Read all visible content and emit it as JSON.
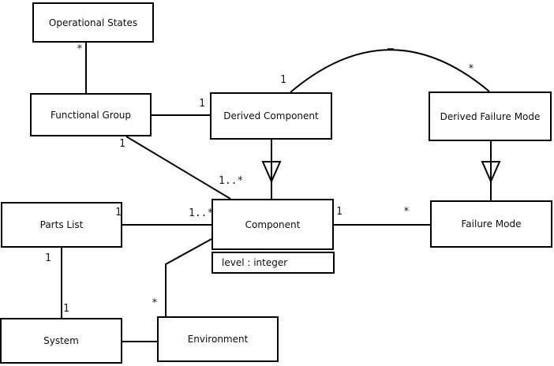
{
  "diagram": {
    "kind": "uml-class-diagram",
    "colors": {
      "background": "#ffffff",
      "line": "#000000",
      "box_fill": "#ffffff",
      "text": "#0d0d0d"
    },
    "classes": [
      {
        "id": "operational-states",
        "name": "Operational States"
      },
      {
        "id": "functional-group",
        "name": "Functional Group"
      },
      {
        "id": "derived-component",
        "name": "Derived Component"
      },
      {
        "id": "derived-failure-mode",
        "name": "Derived Failure Mode"
      },
      {
        "id": "component",
        "name": "Component",
        "attributes": [
          "level : integer"
        ]
      },
      {
        "id": "failure-mode",
        "name": "Failure Mode"
      },
      {
        "id": "parts-list",
        "name": "Parts List"
      },
      {
        "id": "system",
        "name": "System"
      },
      {
        "id": "environment",
        "name": "Environment"
      }
    ],
    "relationships": [
      {
        "from": "Operational States",
        "to": "Functional Group",
        "from_mult": "*",
        "to_mult": "",
        "type": "association"
      },
      {
        "from": "Functional Group",
        "to": "Derived Component",
        "from_mult": "",
        "to_mult": "1",
        "type": "association"
      },
      {
        "from": "Derived Component",
        "to": "Derived Failure Mode",
        "from_mult": "1",
        "to_mult": "*",
        "type": "association",
        "style": "arc"
      },
      {
        "from": "Derived Component",
        "to": "Component",
        "from_mult": "",
        "to_mult": "",
        "type": "generalization"
      },
      {
        "from": "Derived Failure Mode",
        "to": "Failure Mode",
        "from_mult": "",
        "to_mult": "",
        "type": "generalization"
      },
      {
        "from": "Functional Group",
        "to": "Component",
        "from_mult": "1",
        "to_mult": "1..*",
        "type": "association"
      },
      {
        "from": "Parts List",
        "to": "Component",
        "from_mult": "1",
        "to_mult": "1..*",
        "type": "association"
      },
      {
        "from": "Component",
        "to": "Failure Mode",
        "from_mult": "1",
        "to_mult": "*",
        "type": "association"
      },
      {
        "from": "Parts List",
        "to": "System",
        "from_mult": "1",
        "to_mult": "1",
        "type": "association"
      },
      {
        "from": "System",
        "to": "Environment",
        "from_mult": "",
        "to_mult": "",
        "type": "association"
      },
      {
        "from": "Environment",
        "to": "Component",
        "from_mult": "*",
        "to_mult": "",
        "type": "association",
        "style": "bent"
      }
    ],
    "multiplicities": {
      "os_fg_star": "*",
      "fg_dc_one": "1",
      "dc_arc_one": "1",
      "dfm_arc_star": "*",
      "fg_comp_one": "1",
      "fg_comp_many": "1..*",
      "pl_comp_one": "1",
      "pl_comp_many": "1..*",
      "comp_fm_one": "1",
      "comp_fm_star": "*",
      "pl_sys_one_top": "1",
      "pl_sys_one_bottom": "1",
      "env_comp_star": "*"
    }
  }
}
